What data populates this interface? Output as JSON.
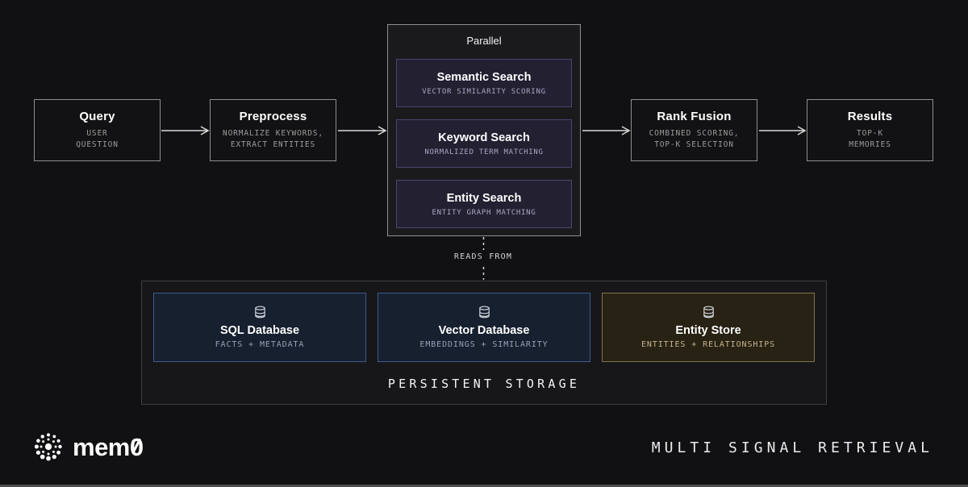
{
  "flow": {
    "nodes": [
      {
        "title": "Query",
        "subtitle": "USER\nQUESTION"
      },
      {
        "title": "Preprocess",
        "subtitle": "NORMALIZE KEYWORDS,\nEXTRACT ENTITIES"
      },
      {
        "title": "Rank Fusion",
        "subtitle": "COMBINED SCORING,\nTOP-K SELECTION"
      },
      {
        "title": "Results",
        "subtitle": "TOP-K\nMEMORIES"
      }
    ]
  },
  "parallel": {
    "label": "Parallel",
    "boxes": [
      {
        "title": "Semantic Search",
        "subtitle": "VECTOR SIMILARITY SCORING"
      },
      {
        "title": "Keyword Search",
        "subtitle": "NORMALIZED TERM MATCHING"
      },
      {
        "title": "Entity Search",
        "subtitle": "ENTITY GRAPH MATCHING"
      }
    ]
  },
  "connector": {
    "label": "READS FROM"
  },
  "storage": {
    "label": "PERSISTENT STORAGE",
    "stores": [
      {
        "icon": "database-icon",
        "title": "SQL Database",
        "subtitle": "FACTS + METADATA"
      },
      {
        "icon": "database-icon",
        "title": "Vector Database",
        "subtitle": "EMBEDDINGS + SIMILARITY"
      },
      {
        "icon": "database-icon",
        "title": "Entity Store",
        "subtitle": "ENTITIES + RELATIONSHIPS"
      }
    ]
  },
  "footer": {
    "brand_prefix": "mem",
    "brand_zero": "0",
    "caption": "MULTI SIGNAL RETRIEVAL"
  },
  "colors": {
    "background": "#111113",
    "node_border": "#8f8f8f",
    "arrow": "#d9d9d9",
    "search_box_bg": "#232032",
    "search_box_border": "#4c4570",
    "sql_vector_bg": "#17202f",
    "sql_vector_border": "#3d5a8b",
    "entity_bg": "#282214",
    "entity_border": "#80744a",
    "storage_border": "#3e3e3e"
  }
}
